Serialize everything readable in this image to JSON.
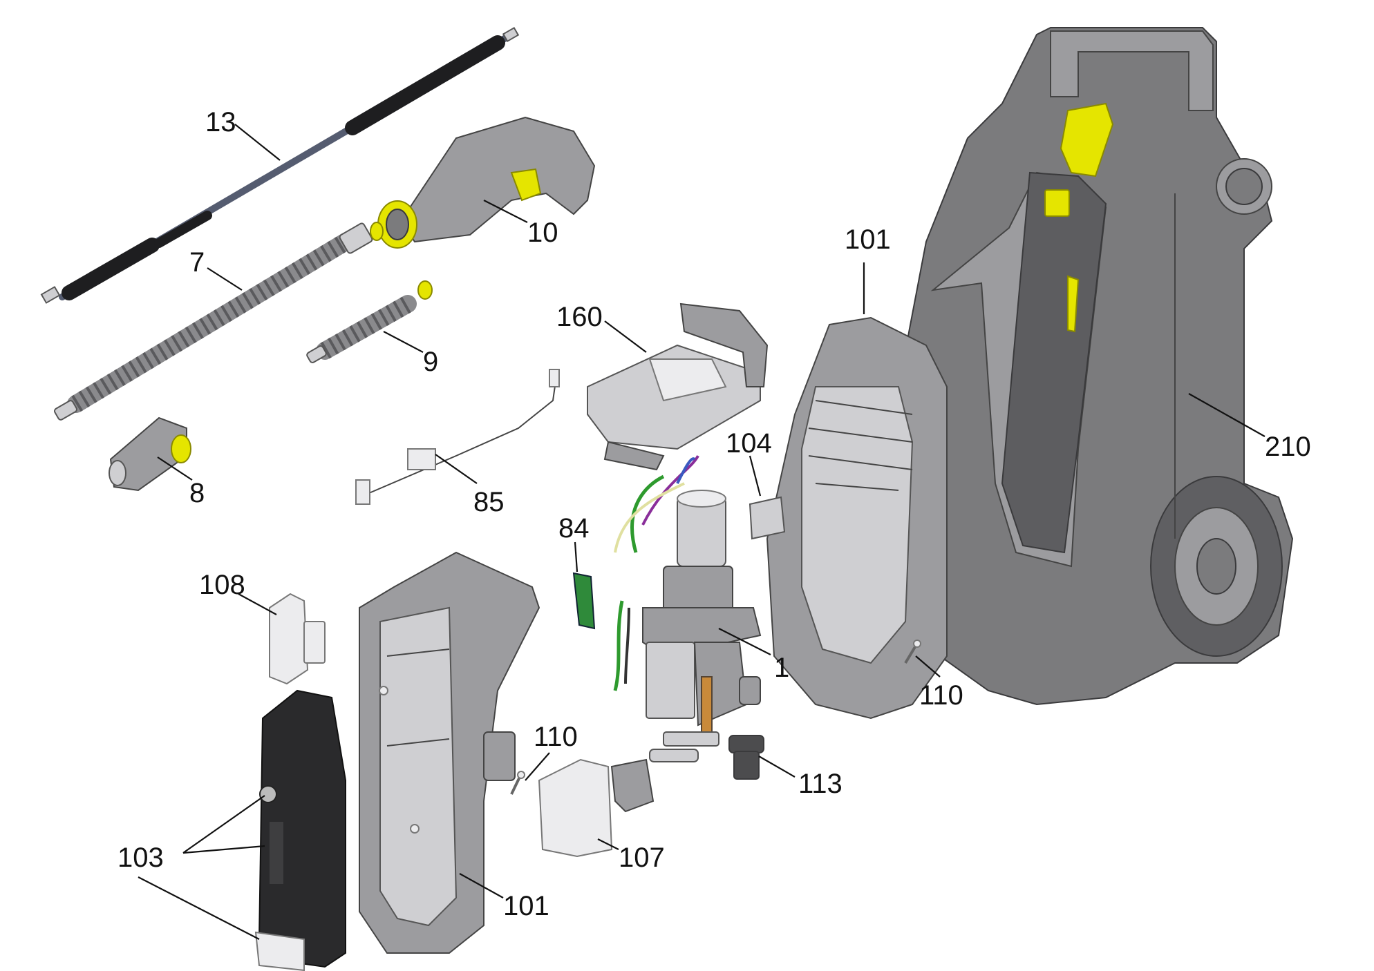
{
  "callouts": {
    "c13": "13",
    "c10": "10",
    "c7": "7",
    "c9": "9",
    "c8": "8",
    "c160": "160",
    "c101_top": "101",
    "c210": "210",
    "c104": "104",
    "c85": "85",
    "c84": "84",
    "c108": "108",
    "c1": "1",
    "c110_right": "110",
    "c110_mid": "110",
    "c113": "113",
    "c103": "103",
    "c107": "107",
    "c101_bottom": "101"
  },
  "colors": {
    "housing": "#7b7b7d",
    "accent_yellow": "#e5e500",
    "black_part": "#2a2a2c",
    "leader_lines": "#111111"
  }
}
